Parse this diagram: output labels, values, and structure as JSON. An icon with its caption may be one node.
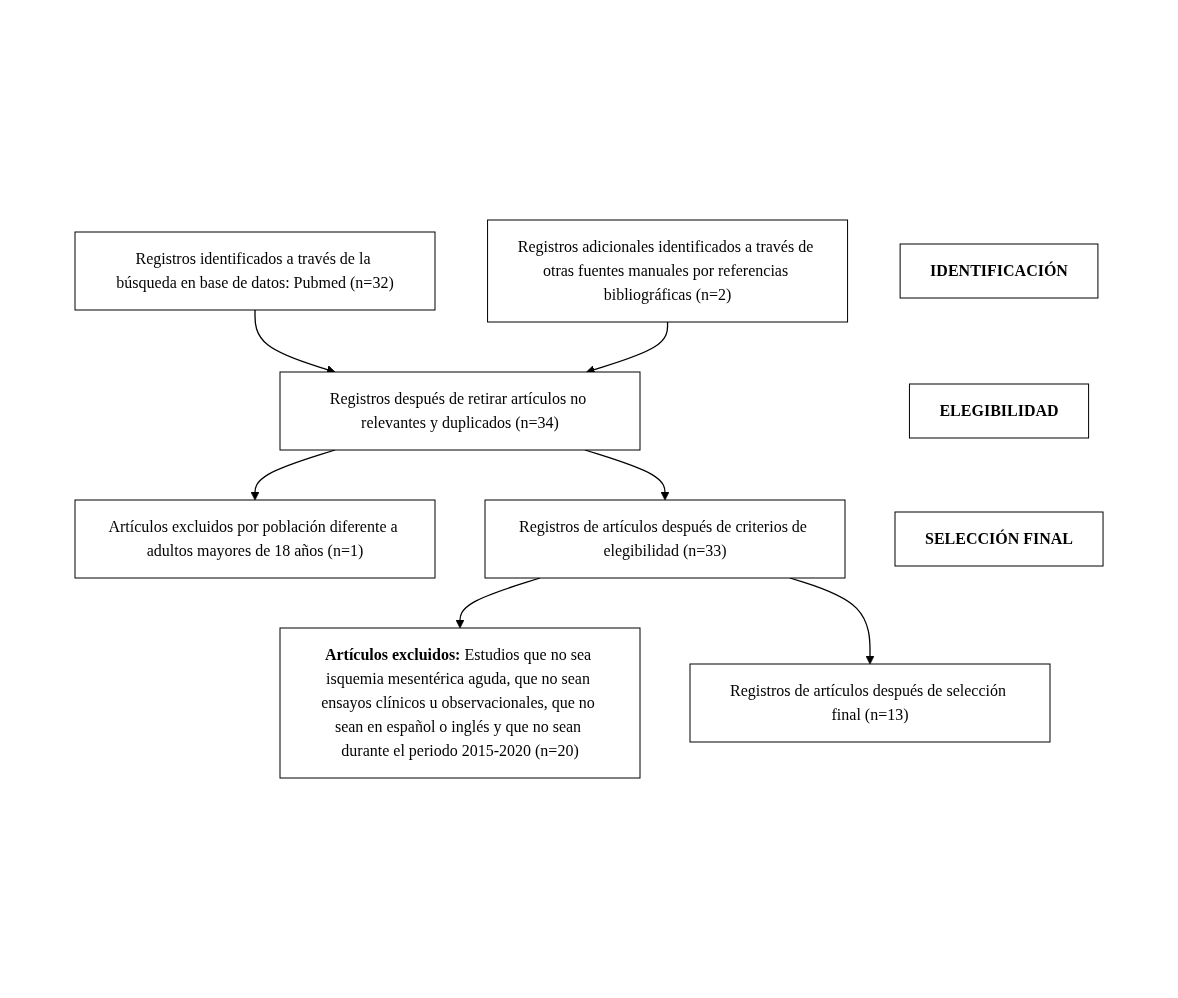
{
  "diagram": {
    "nodes": [
      {
        "text": [
          "IDENTIFICACIÓN"
        ]
      },
      {
        "text": [
          "Registros identificados a través de la búsqueda en base de datos: Pubmed (n=32)"
        ]
      },
      {
        "text": [
          "Registros adicionales identificados a través de otras fuentes manuales por referencias bibliográficas (n=2)"
        ]
      },
      {
        "text": [
          "Registros después de retirar artículos no relevantes y duplicados (n=34)"
        ]
      },
      {
        "text": [
          "ELEGIBILIDAD"
        ]
      },
      {
        "text": [
          "Artículos excluidos por población diferente a adultos mayores de 18 años (n=1)"
        ]
      },
      {
        "text": [
          "Registros de artículos después de criterios de elegibilidad (n=33)"
        ]
      },
      {
        "text": [
          "SELECCIÓN FINAL"
        ]
      },
      {
        "text": [
          "Artículos excluidos:",
          "Estudios que no sea isquemia mesentérica aguda, que no sean ensayos clínicos u observacionales, que no sean en español o inglés y que no sean durante el periodo 2015-2020 (n=20)"
        ]
      },
      {
        "text": [
          "Registros de artículos después de selección final (n=13)"
        ]
      }
    ],
    "edges": [
      {
        "from": 1,
        "to": 3,
        "arrow": "to"
      },
      {
        "from": 2,
        "to": 3,
        "arrow": "to"
      },
      {
        "from": 3,
        "to": 5,
        "arrow": "to"
      },
      {
        "from": 3,
        "to": 6,
        "arrow": "to"
      },
      {
        "from": 6,
        "to": 8,
        "arrow": "to"
      },
      {
        "from": 6,
        "to": 9,
        "arrow": "to"
      }
    ]
  }
}
